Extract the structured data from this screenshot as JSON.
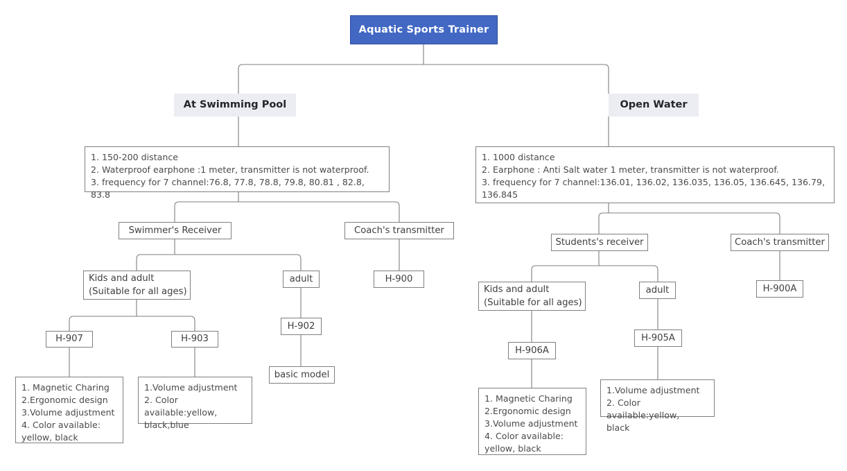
{
  "diagram": {
    "title": "Aquatic Sports Trainer product tree",
    "line_color": "#7f7f7f",
    "root_fill": "#4268c4",
    "level2_fill": "#ebedf2"
  },
  "root": {
    "label": "Aquatic Sports Trainer"
  },
  "branches": {
    "pool": {
      "label": "At Swimming Pool",
      "spec": "1. 150-200 distance\n2. Waterproof earphone :1 meter,  transmitter is not waterproof.\n3. frequency for 7 channel:76.8, 77.8, 78.8, 79.8, 80.81 , 82.8, 83.8",
      "receiver": {
        "label": "Swimmer's Receiver",
        "kids_and_adult": {
          "label": "Kids and adult\n(Suitable for all ages)",
          "models": [
            {
              "code": "H-907",
              "features": "1. Magnetic Charing\n2.Ergonomic design\n3.Volume adjustment\n4. Color available:\nyellow, black"
            },
            {
              "code": "H-903",
              "features": "1.Volume adjustment\n2. Color available:yellow,\nblack,blue"
            }
          ]
        },
        "adult": {
          "label": "adult",
          "code": "H-902",
          "features": "basic model"
        }
      },
      "transmitter": {
        "label": "Coach's transmitter",
        "code": "H-900"
      }
    },
    "open_water": {
      "label": "Open Water",
      "spec": "1. 1000 distance\n2. Earphone : Anti Salt water 1 meter,  transmitter is not waterproof.\n3. frequency for 7 channel:136.01, 136.02, 136.035, 136.05, 136.645, 136.79,\n136.845",
      "receiver": {
        "label": "Students's receiver",
        "kids_and_adult": {
          "label": "Kids and adult\n(Suitable for all ages)",
          "models": [
            {
              "code": "H-906A",
              "features": "1. Magnetic Charing\n2.Ergonomic design\n3.Volume adjustment\n4. Color available:\nyellow, black"
            }
          ]
        },
        "adult": {
          "label": "adult",
          "code": "H-905A",
          "features": "1.Volume adjustment\n2. Color available:yellow,\nblack"
        }
      },
      "transmitter": {
        "label": "Coach's transmitter",
        "code": "H-900A"
      }
    }
  }
}
